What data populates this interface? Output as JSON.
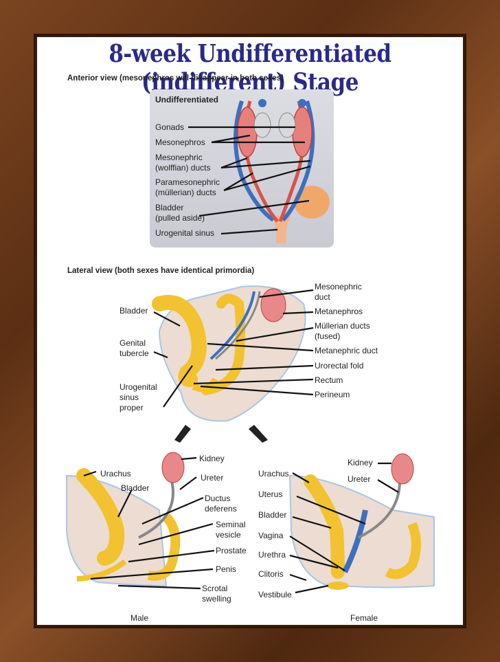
{
  "title": "8-week Undifferentiated (indifferent) Stage",
  "anterior": {
    "heading": "Anterior view (mesonephros will disappear in both sexes)",
    "panel_title": "Undifferentiated",
    "labels": {
      "gonads": "Gonads",
      "mesonephros": "Mesonephros",
      "meso_ducts_1": "Mesonephric",
      "meso_ducts_2": "(wolffian) ducts",
      "para_ducts_1": "Paramesonephric",
      "para_ducts_2": "(müllerian) ducts",
      "bladder_1": "Bladder",
      "bladder_2": "(pulled aside)",
      "urogenital_sinus": "Urogenital sinus"
    }
  },
  "lateral": {
    "heading": "Lateral view (both sexes have identical primordia)",
    "labels": {
      "bladder": "Bladder",
      "genital_tubercle_1": "Genital",
      "genital_tubercle_2": "tubercle",
      "ug_sinus_1": "Urogenital",
      "ug_sinus_2": "sinus",
      "ug_sinus_3": "proper",
      "mesonephric_duct_1": "Mesonephric",
      "mesonephric_duct_2": "duct",
      "metanephros": "Metanephros",
      "mullerian_1": "Müllerian ducts",
      "mullerian_2": "(fused)",
      "metanephric_duct": "Metanephric duct",
      "urorectal_fold": "Urorectal fold",
      "rectum": "Rectum",
      "perineum": "Perineum"
    }
  },
  "male": {
    "caption": "Male",
    "labels": {
      "kidney": "Kidney",
      "urachus": "Urachus",
      "ureter": "Ureter",
      "bladder": "Bladder",
      "ductus_1": "Ductus",
      "ductus_2": "deferens",
      "seminal_1": "Seminal",
      "seminal_2": "vesicle",
      "prostate": "Prostate",
      "penis": "Penis",
      "scrotal_1": "Scrotal",
      "scrotal_2": "swelling"
    }
  },
  "female": {
    "caption": "Female",
    "labels": {
      "kidney": "Kidney",
      "urachus": "Urachus",
      "ureter": "Ureter",
      "uterus": "Uterus",
      "bladder": "Bladder",
      "vagina": "Vagina",
      "urethra": "Urethra",
      "clitoris": "Clitoris",
      "vestibule": "Vestibule"
    }
  },
  "colors": {
    "title": "#2a2a8a",
    "yellow": "#f2c230",
    "tissue": "#ecdcd2",
    "blue": "#3d6fbf",
    "red": "#d8524a",
    "kidney": "#e9888a"
  }
}
